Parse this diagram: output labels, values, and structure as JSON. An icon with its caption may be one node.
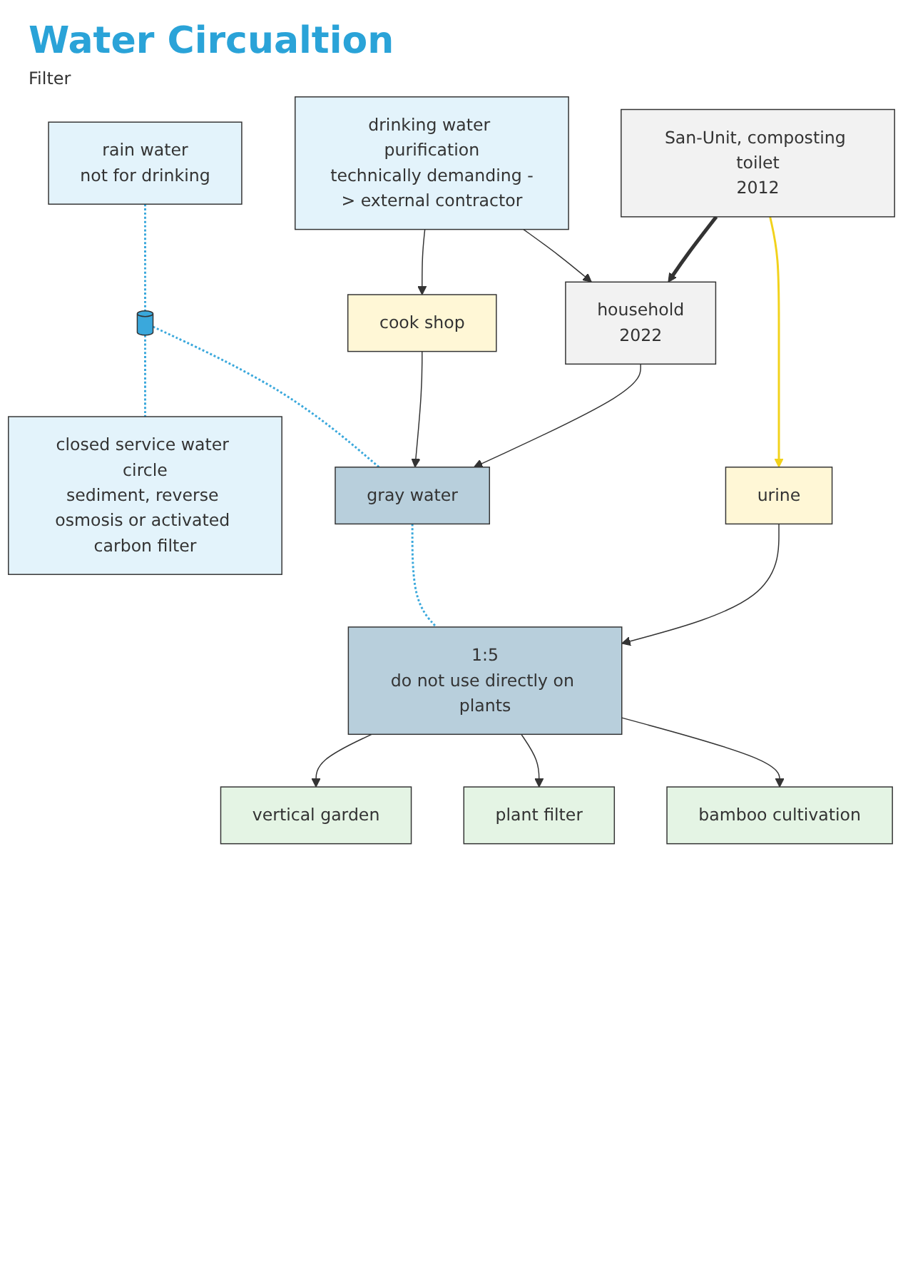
{
  "diagram": {
    "title": "Water Circualtion",
    "nodes": [
      {
        "text": [
          "rain water",
          "not for drinking"
        ]
      },
      {
        "text": [],
        "shape": "cylinder"
      },
      {
        "text": [
          "closed service water circle",
          "sediment, reverse osmosis or activated carbon filter"
        ]
      },
      {
        "text": [
          "gray water"
        ]
      },
      {
        "text": [
          "drinking water purification",
          "technically demanding -> external contractor"
        ]
      },
      {
        "text": [
          "cook shop"
        ]
      },
      {
        "text": [
          "household",
          "2022"
        ]
      },
      {
        "text": [
          "San-Unit, composting toilet",
          "2012"
        ]
      },
      {
        "text": [
          "urine"
        ]
      },
      {
        "text": [
          "1:5",
          "do not use directly on plants"
        ]
      },
      {
        "text": [
          "vertical garden"
        ]
      },
      {
        "text": [
          "plant filter"
        ]
      },
      {
        "text": [
          "bamboo cultivation"
        ]
      }
    ],
    "edges": [
      {
        "from": 0,
        "to": 1,
        "arrow": "none",
        "style": "dashed",
        "color": "#3aa8dc"
      },
      {
        "from": 1,
        "to": 2,
        "arrow": "none",
        "style": "dashed",
        "color": "#3aa8dc"
      },
      {
        "from": 1,
        "to": 3,
        "arrow": "none",
        "style": "dashed",
        "color": "#3aa8dc"
      },
      {
        "from": 3,
        "to": 9,
        "arrow": "none",
        "style": "dashed",
        "color": "#3aa8dc"
      },
      {
        "from": 4,
        "to": 5,
        "arrow": "to"
      },
      {
        "from": 5,
        "to": 3,
        "arrow": "to"
      },
      {
        "from": 4,
        "to": 6,
        "arrow": "to"
      },
      {
        "from": 6,
        "to": 3,
        "arrow": "to"
      },
      {
        "from": 7,
        "to": 6,
        "arrow": "to",
        "style": "thick"
      },
      {
        "from": 7,
        "to": 8,
        "arrow": "to",
        "color": "#f2d21b"
      },
      {
        "from": 8,
        "to": 9,
        "arrow": "to"
      },
      {
        "from": 9,
        "to": 10,
        "arrow": "to"
      },
      {
        "from": 9,
        "to": 11,
        "arrow": "to"
      },
      {
        "from": 9,
        "to": 12,
        "arrow": "to"
      }
    ],
    "labels": [
      "Filter"
    ]
  }
}
